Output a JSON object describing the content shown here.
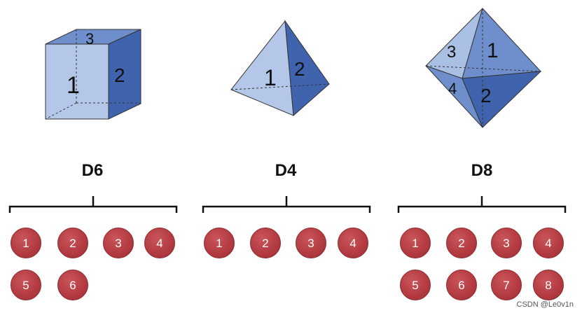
{
  "dice": [
    {
      "name": "D6",
      "faces_shown": [
        "3",
        "1",
        "2"
      ],
      "balls": [
        "1",
        "2",
        "3",
        "4",
        "5",
        "6"
      ]
    },
    {
      "name": "D4",
      "faces_shown": [
        "1",
        "2"
      ],
      "balls": [
        "1",
        "2",
        "3",
        "4"
      ]
    },
    {
      "name": "D8",
      "faces_shown": [
        "3",
        "1",
        "4",
        "2"
      ],
      "balls": [
        "1",
        "2",
        "3",
        "4",
        "5",
        "6",
        "7",
        "8"
      ]
    }
  ],
  "colors": {
    "face_light": "#a9bfe3",
    "face_mid": "#6f8fcc",
    "face_dark": "#3f63ad",
    "ball": "#b23a40"
  },
  "watermark": "CSDN @Le0v1n"
}
